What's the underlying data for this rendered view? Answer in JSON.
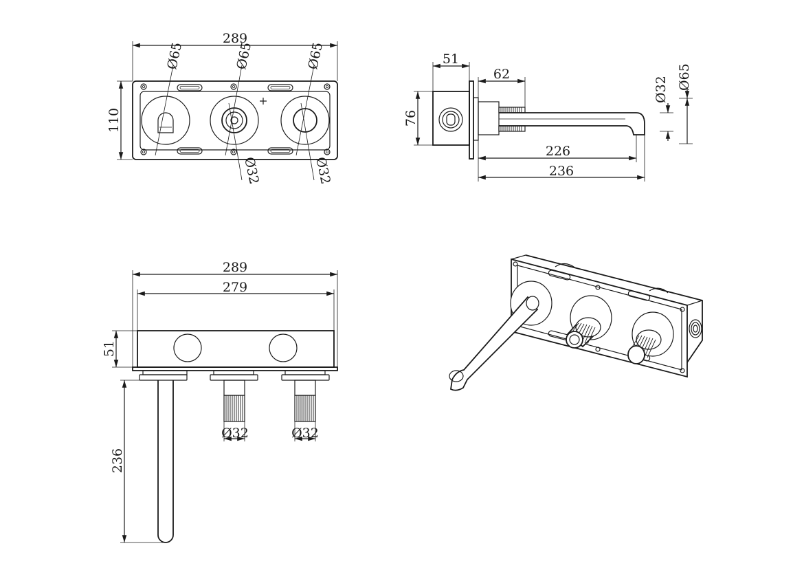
{
  "colors": {
    "line": "#1a1a1a",
    "background": "#ffffff"
  },
  "views": {
    "front": {
      "width": "289",
      "height": "110",
      "dia_left": "Ø65",
      "dia_mid": "Ø65",
      "dia_right": "Ø65",
      "dia_mid_small": "Ø32",
      "dia_right_small": "Ø32"
    },
    "side": {
      "depth": "51",
      "flange_to_knob": "62",
      "height": "76",
      "knob_dia": "Ø32",
      "rosette_dia": "Ø65",
      "spout_reach": "226",
      "total_reach": "236"
    },
    "top": {
      "outer_width": "289",
      "inner_width": "279",
      "depth": "51",
      "spout_length": "236",
      "knob_left_dia": "Ø32",
      "knob_right_dia": "Ø32"
    }
  }
}
